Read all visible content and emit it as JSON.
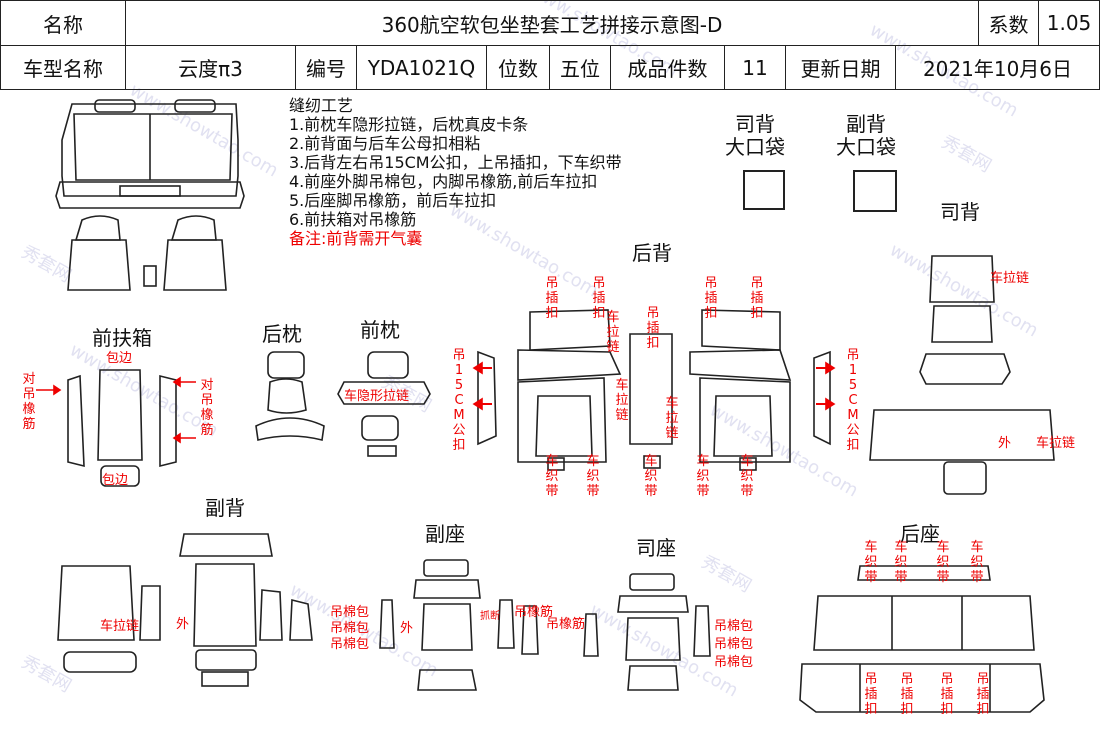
{
  "header": {
    "name_label": "名称",
    "title": "360航空软包坐垫套工艺拼接示意图-D",
    "coef_label": "系数",
    "coef_value": "1.05",
    "model_label": "车型名称",
    "model_value": "云度π3",
    "code_label": "编号",
    "code_value": "YDA1021Q",
    "seats_label": "位数",
    "seats_value": "五位",
    "pieces_label": "成品件数",
    "pieces_value": "11",
    "date_label": "更新日期",
    "date_value": "2021年10月6日"
  },
  "notes": {
    "heading": "缝纫工艺",
    "lines": [
      "1.前枕车隐形拉链，后枕真皮卡条",
      "2.前背面与后车公母扣相粘",
      "3.后背左右吊15CM公扣，上吊插扣，下车织带",
      "4.前座外脚吊棉包，内脚吊橡筋,前后车拉扣",
      "5.后座脚吊橡筋，前后车拉扣",
      "6.前扶箱对吊橡筋"
    ],
    "remark": "备注:前背需开气囊"
  },
  "pockets": {
    "driver_back": "司背\n大口袋",
    "driver_back_l1": "司背",
    "driver_back_l2": "大口袋",
    "passenger_back_l1": "副背",
    "passenger_back_l2": "大口袋"
  },
  "sections": {
    "rear_back": "后背",
    "driver_back": "司背",
    "front_armrest": "前扶箱",
    "rear_headrest": "后枕",
    "front_headrest": "前枕",
    "passenger_back": "副背",
    "passenger_seat": "副座",
    "driver_seat": "司座",
    "rear_seat": "后座"
  },
  "annotations": {
    "hang_plug": "吊插扣",
    "car_zipper": "车拉链",
    "hang_15cm": "吊15CM公扣",
    "car_webbing": "车织带",
    "hang_elastic_pair": "对吊橡筋",
    "edge_wrap": "包边",
    "front_hidden_zip": "车隐形拉链",
    "outer": "外",
    "hang_cotton": "吊棉包",
    "hang_elastic": "吊橡筋",
    "seam_cut": "抓断",
    "car_zipper_h": "车拉链"
  },
  "watermark": {
    "text_cn": "秀套网",
    "text_url": "www.showtao.com"
  },
  "colors": {
    "annotation_red": "#e00000",
    "line": "#222222"
  }
}
